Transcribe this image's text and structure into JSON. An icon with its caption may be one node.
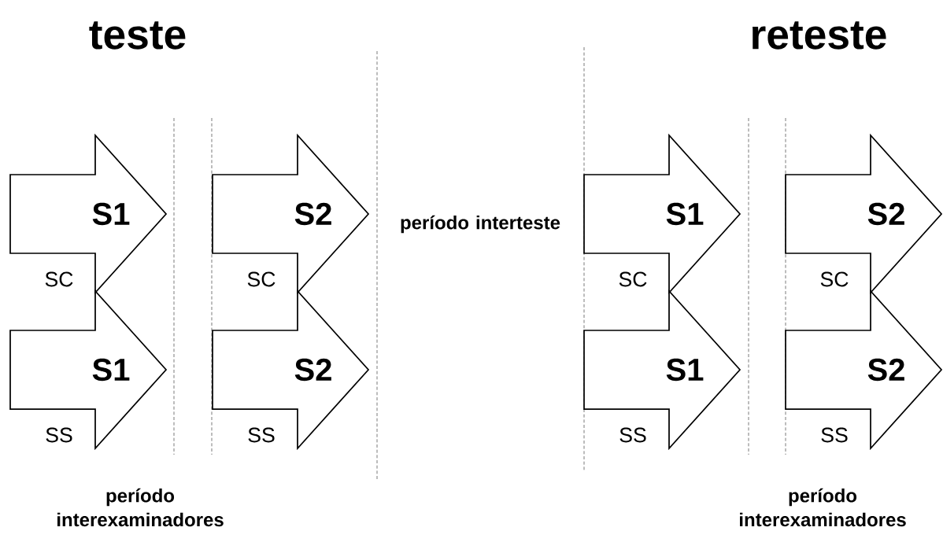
{
  "diagram": {
    "nodes": [
      {
        "text": [
          "S1"
        ],
        "beside": [
          "SC"
        ]
      },
      {
        "text": [
          "S1"
        ],
        "beside": [
          "SS"
        ]
      },
      {
        "text": [
          "S2"
        ],
        "beside": [
          "SC"
        ]
      },
      {
        "text": [
          "S2"
        ],
        "beside": [
          "SS"
        ]
      },
      {
        "text": [
          "S1"
        ],
        "beside": [
          "SC"
        ]
      },
      {
        "text": [
          "S1"
        ],
        "beside": [
          "SS"
        ]
      },
      {
        "text": [
          "S2"
        ],
        "beside": [
          "SC"
        ]
      },
      {
        "text": [
          "S2"
        ],
        "beside": [
          "SS"
        ]
      }
    ],
    "labels": [
      "teste",
      "reteste",
      "período interteste",
      "período interexaminadores",
      "período interexaminadores"
    ]
  }
}
